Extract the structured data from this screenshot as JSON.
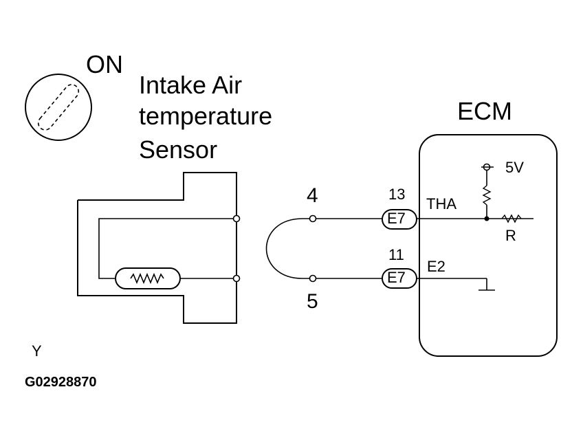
{
  "switch": {
    "state": "ON"
  },
  "sensor": {
    "name_line1": "Intake Air",
    "name_line2": "temperature",
    "name_line3": "Sensor"
  },
  "pins": {
    "sensor_pin_a": "4",
    "sensor_pin_b": "5"
  },
  "ecm": {
    "title": "ECM",
    "terminal_tha": {
      "pin": "13",
      "connector": "E7",
      "signal": "THA"
    },
    "terminal_e2": {
      "pin": "11",
      "connector": "E7",
      "signal": "E2"
    },
    "supply": "5V",
    "resistor": "R"
  },
  "wire_color": "Y",
  "figure_code": "G02928870"
}
